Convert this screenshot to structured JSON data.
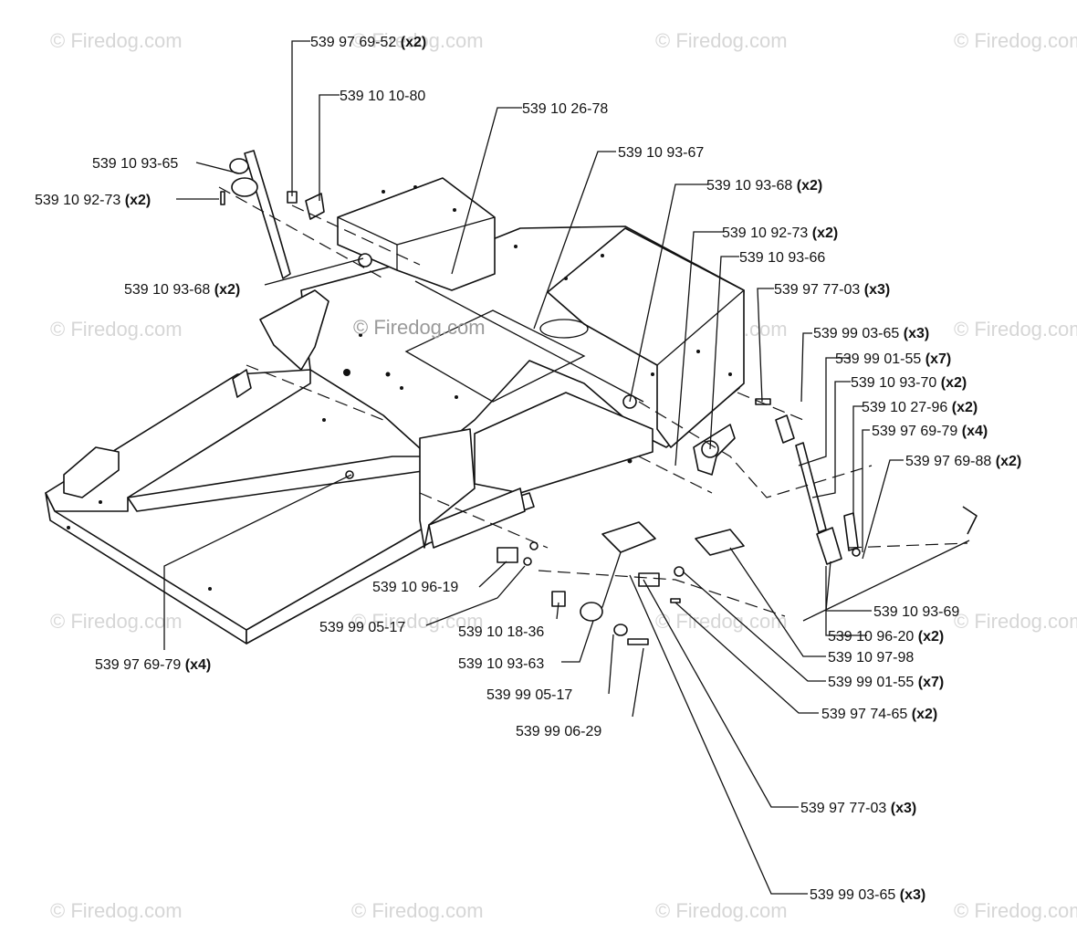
{
  "watermark": "© Firedog.com",
  "watermark_center": "© Firedog.com",
  "callouts": [
    {
      "id": "c01",
      "part": "539 97 69-52",
      "qty": "(x2)"
    },
    {
      "id": "c02",
      "part": "539 10 10-80",
      "qty": ""
    },
    {
      "id": "c03",
      "part": "539 10 26-78",
      "qty": ""
    },
    {
      "id": "c04",
      "part": "539 10 93-65",
      "qty": ""
    },
    {
      "id": "c05",
      "part": "539 10 92-73",
      "qty": "(x2)"
    },
    {
      "id": "c06",
      "part": "539 10 93-67",
      "qty": ""
    },
    {
      "id": "c07",
      "part": "539 10 93-68",
      "qty": "(x2)"
    },
    {
      "id": "c08",
      "part": "539 10 92-73",
      "qty": "(x2)"
    },
    {
      "id": "c09",
      "part": "539 10 93-66",
      "qty": ""
    },
    {
      "id": "c10",
      "part": "539 10 93-68",
      "qty": "(x2)"
    },
    {
      "id": "c11",
      "part": "539 97 77-03",
      "qty": "(x3)"
    },
    {
      "id": "c12",
      "part": "539 99 03-65",
      "qty": "(x3)"
    },
    {
      "id": "c13",
      "part": "539 99 01-55",
      "qty": "(x7)"
    },
    {
      "id": "c14",
      "part": "539 10 93-70",
      "qty": "(x2)"
    },
    {
      "id": "c15",
      "part": "539 10 27-96",
      "qty": "(x2)"
    },
    {
      "id": "c16",
      "part": "539 97 69-79",
      "qty": "(x4)"
    },
    {
      "id": "c17",
      "part": "539 97 69-88",
      "qty": "(x2)"
    },
    {
      "id": "c18",
      "part": "539 10 96-19",
      "qty": ""
    },
    {
      "id": "c19",
      "part": "539 99 05-17",
      "qty": ""
    },
    {
      "id": "c20",
      "part": "539 10 18-36",
      "qty": ""
    },
    {
      "id": "c21",
      "part": "539 10 93-63",
      "qty": ""
    },
    {
      "id": "c22",
      "part": "539 97 69-79",
      "qty": "(x4)"
    },
    {
      "id": "c23",
      "part": "539 99 05-17",
      "qty": ""
    },
    {
      "id": "c24",
      "part": "539 99 06-29",
      "qty": ""
    },
    {
      "id": "c25",
      "part": "539 10 93-69",
      "qty": ""
    },
    {
      "id": "c26",
      "part": "539 10 96-20",
      "qty": "(x2)"
    },
    {
      "id": "c27",
      "part": "539 10 97-98",
      "qty": ""
    },
    {
      "id": "c28",
      "part": "539 99 01-55",
      "qty": "(x7)"
    },
    {
      "id": "c29",
      "part": "539 97 74-65",
      "qty": "(x2)"
    },
    {
      "id": "c30",
      "part": "539 97 77-03",
      "qty": "(x3)"
    },
    {
      "id": "c31",
      "part": "539 99 03-65",
      "qty": "(x3)"
    }
  ]
}
